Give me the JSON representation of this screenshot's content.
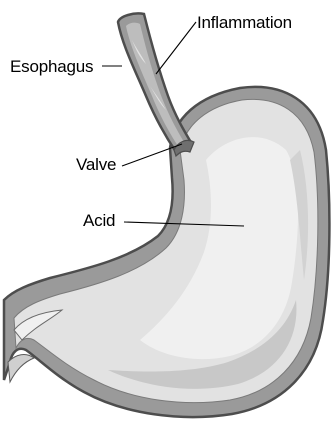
{
  "labels": {
    "inflammation": "Inflammation",
    "esophagus": "Esophagus",
    "valve": "Valve",
    "acid": "Acid"
  },
  "colors": {
    "outline": "#4d4d4d",
    "wall": "#9a9a9a",
    "interior": "#e2e2e2",
    "interior_light": "#f0f0f0",
    "interior_shade": "#c8c8c8",
    "inflamed_lining": "#bdbdbd"
  }
}
